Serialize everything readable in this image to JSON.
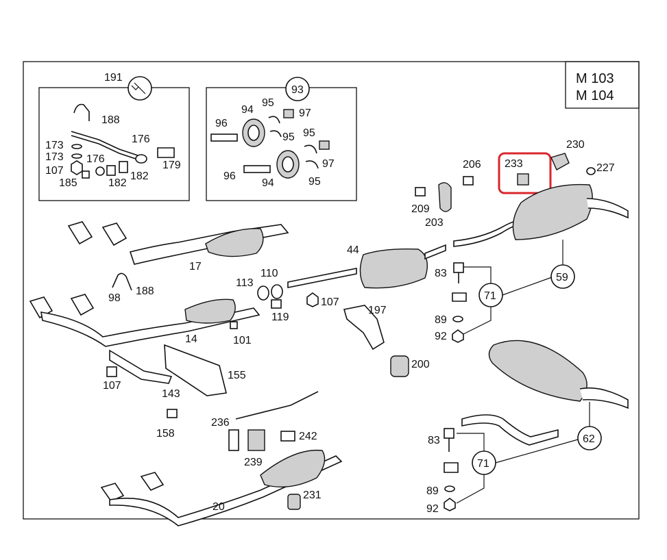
{
  "model_box": {
    "line1": "M 103",
    "line2": "M 104"
  },
  "highlight_color": "#d9262c",
  "callouts": {
    "c191": "191",
    "c93": "93",
    "c71a": "71",
    "c59": "59",
    "c62": "62",
    "c71b": "71"
  },
  "labels": {
    "l188a": "188",
    "l176a": "176",
    "l173a": "173",
    "l173b": "173",
    "l179": "179",
    "l107a": "107",
    "l176b": "176",
    "l182a": "182",
    "l182b": "182",
    "l185": "185",
    "l96a": "96",
    "l94a": "94",
    "l95a": "95",
    "l97a": "97",
    "l95b": "95",
    "l95c": "95",
    "l97b": "97",
    "l96b": "96",
    "l94b": "94",
    "l95d": "95",
    "l206": "206",
    "l233": "233",
    "l230": "230",
    "l227": "227",
    "l209": "209",
    "l203": "203",
    "l17": "17",
    "l44": "44",
    "l83a": "83",
    "l89a": "89",
    "l92a": "92",
    "l98": "98",
    "l188b": "188",
    "l113": "113",
    "l110": "110",
    "l107b": "107",
    "l119": "119",
    "l14": "14",
    "l101": "101",
    "l197": "197",
    "l200": "200",
    "l107c": "107",
    "l143": "143",
    "l155": "155",
    "l158": "158",
    "l236": "236",
    "l242": "242",
    "l239": "239",
    "l83b": "83",
    "l89b": "89",
    "l92b": "92",
    "l20": "20",
    "l231": "231"
  }
}
